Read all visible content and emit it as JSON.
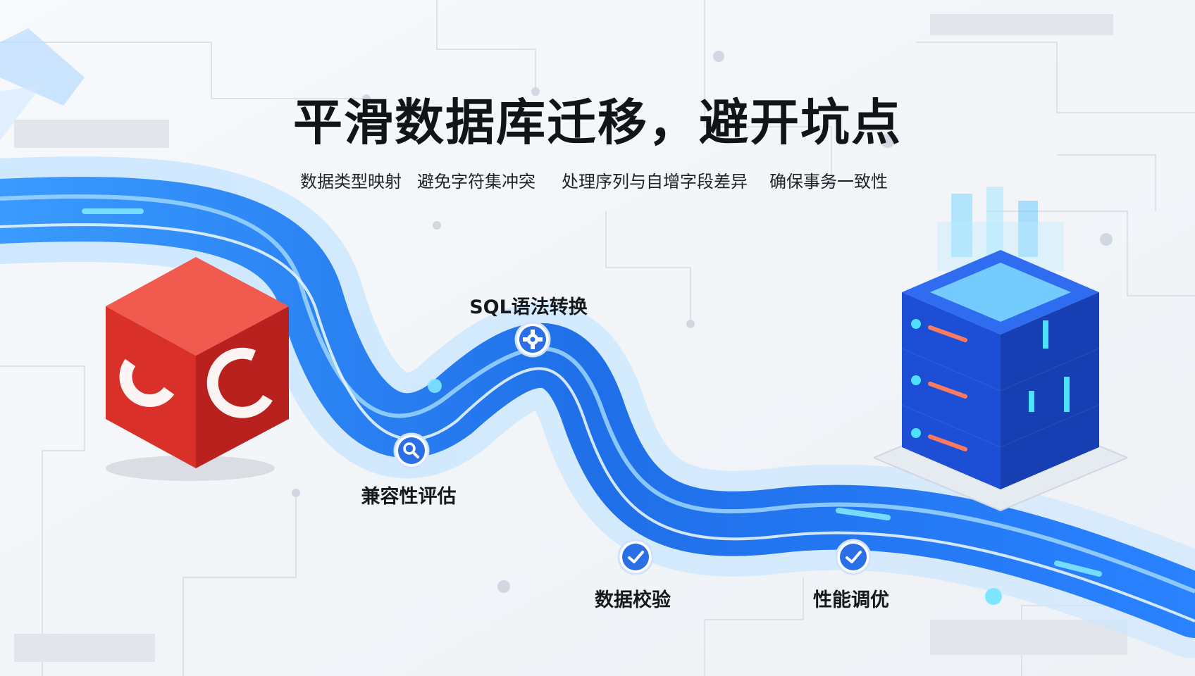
{
  "title": "平滑数据库迁移，避开坑点",
  "subtitles": [
    "数据类型映射",
    "避免字符集冲突",
    "处理序列与自增字段差异",
    "确保事务一致性"
  ],
  "steps": [
    {
      "label": "SQL语法转换",
      "icon": "gear-icon"
    },
    {
      "label": "兼容性评估",
      "icon": "search-icon"
    },
    {
      "label": "数据校验",
      "icon": "check-icon"
    },
    {
      "label": "性能调优",
      "icon": "check-icon"
    }
  ],
  "colors": {
    "pipe_blue": "#1f6fe8",
    "pipe_light": "#5db8ff",
    "cube_red": "#d9302a",
    "server_blue": "#1d4fd6",
    "title": "#111418"
  }
}
